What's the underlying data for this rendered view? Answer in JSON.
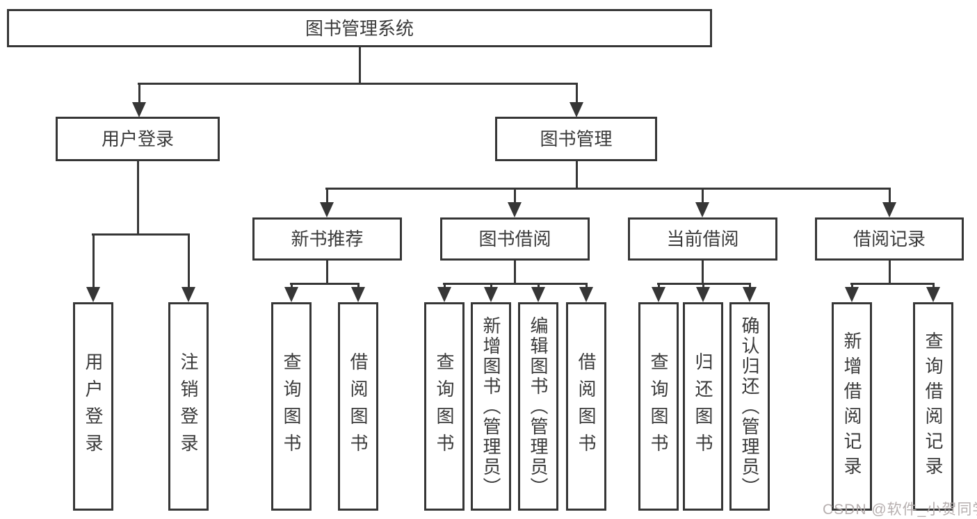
{
  "diagram": {
    "tree": {
      "root": "图书管理系统",
      "children": [
        {
          "label": "用户登录",
          "children": [
            "用户登录",
            "注销登录"
          ]
        },
        {
          "label": "图书管理",
          "children": [
            {
              "label": "新书推荐",
              "children": [
                "查询图书",
                "借阅图书"
              ]
            },
            {
              "label": "图书借阅",
              "children": [
                "查询图书",
                "新增图书（管理员）",
                "编辑图书（管理员）",
                "借阅图书"
              ]
            },
            {
              "label": "当前借阅",
              "children": [
                "查询图书",
                "归还图书",
                "确认归还（管理员）"
              ]
            },
            {
              "label": "借阅记录",
              "children": [
                "新增借阅记录",
                "查询借阅记录"
              ]
            }
          ]
        }
      ]
    },
    "watermark": "CSDN @软件_小贺同学",
    "colors": {
      "line": "#363636",
      "watermark": "#b3abab",
      "background": "#ffffff"
    }
  }
}
